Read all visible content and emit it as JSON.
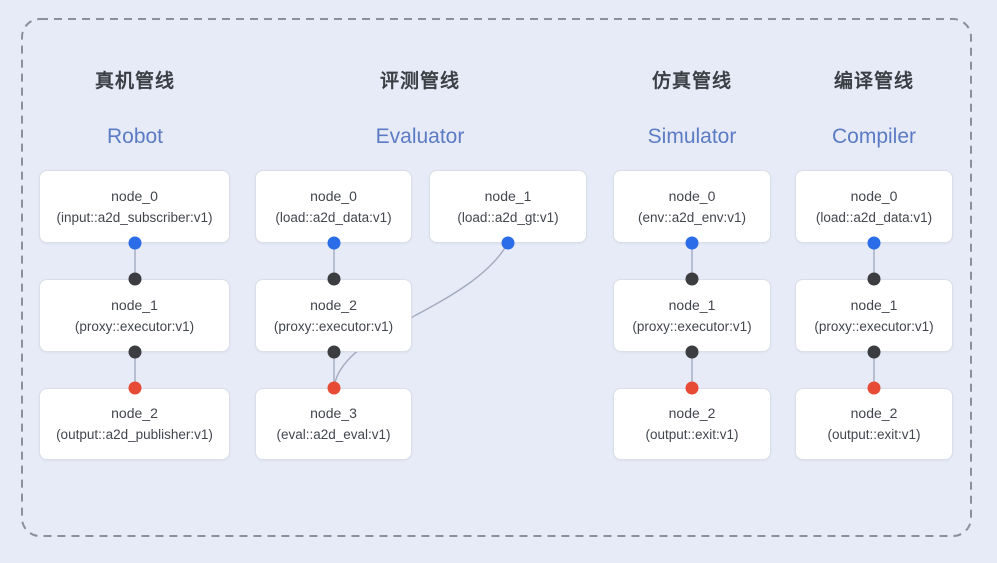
{
  "colors": {
    "bg": "#e7ebf7",
    "frame-border": "#8b919c",
    "node-bg": "#ffffff",
    "node-border": "#d9dee8",
    "node-text": "#42464d",
    "title-zh": "#3b3f46",
    "title-en": "#5b7bc4",
    "dot-blue": "#2b6de8",
    "dot-black": "#3c3d40",
    "dot-red": "#e74b36",
    "edge": "#a2abbe"
  },
  "pipelines": {
    "robot": {
      "title_zh": "真机管线",
      "title_en": "Robot"
    },
    "evaluator": {
      "title_zh": "评测管线",
      "title_en": "Evaluator"
    },
    "simulator": {
      "title_zh": "仿真管线",
      "title_en": "Simulator"
    },
    "compiler": {
      "title_zh": "编译管线",
      "title_en": "Compiler"
    }
  },
  "nodes": {
    "robot_0": {
      "name": "node_0",
      "type": "(input::a2d_subscriber:v1)"
    },
    "robot_1": {
      "name": "node_1",
      "type": "(proxy::executor:v1)"
    },
    "robot_2": {
      "name": "node_2",
      "type": "(output::a2d_publisher:v1)"
    },
    "eval_0": {
      "name": "node_0",
      "type": "(load::a2d_data:v1)"
    },
    "eval_1": {
      "name": "node_1",
      "type": "(load::a2d_gt:v1)"
    },
    "eval_2": {
      "name": "node_2",
      "type": "(proxy::executor:v1)"
    },
    "eval_3": {
      "name": "node_3",
      "type": "(eval::a2d_eval:v1)"
    },
    "sim_0": {
      "name": "node_0",
      "type": "(env::a2d_env:v1)"
    },
    "sim_1": {
      "name": "node_1",
      "type": "(proxy::executor:v1)"
    },
    "sim_2": {
      "name": "node_2",
      "type": "(output::exit:v1)"
    },
    "comp_0": {
      "name": "node_0",
      "type": "(load::a2d_data:v1)"
    },
    "comp_1": {
      "name": "node_1",
      "type": "(proxy::executor:v1)"
    },
    "comp_2": {
      "name": "node_2",
      "type": "(output::exit:v1)"
    }
  },
  "edges": [
    {
      "from": "robot_0",
      "to": "robot_1"
    },
    {
      "from": "robot_1",
      "to": "robot_2"
    },
    {
      "from": "eval_0",
      "to": "eval_2"
    },
    {
      "from": "eval_1",
      "to": "eval_3"
    },
    {
      "from": "eval_2",
      "to": "eval_3"
    },
    {
      "from": "sim_0",
      "to": "sim_1"
    },
    {
      "from": "sim_1",
      "to": "sim_2"
    },
    {
      "from": "comp_0",
      "to": "comp_1"
    },
    {
      "from": "comp_1",
      "to": "comp_2"
    }
  ]
}
